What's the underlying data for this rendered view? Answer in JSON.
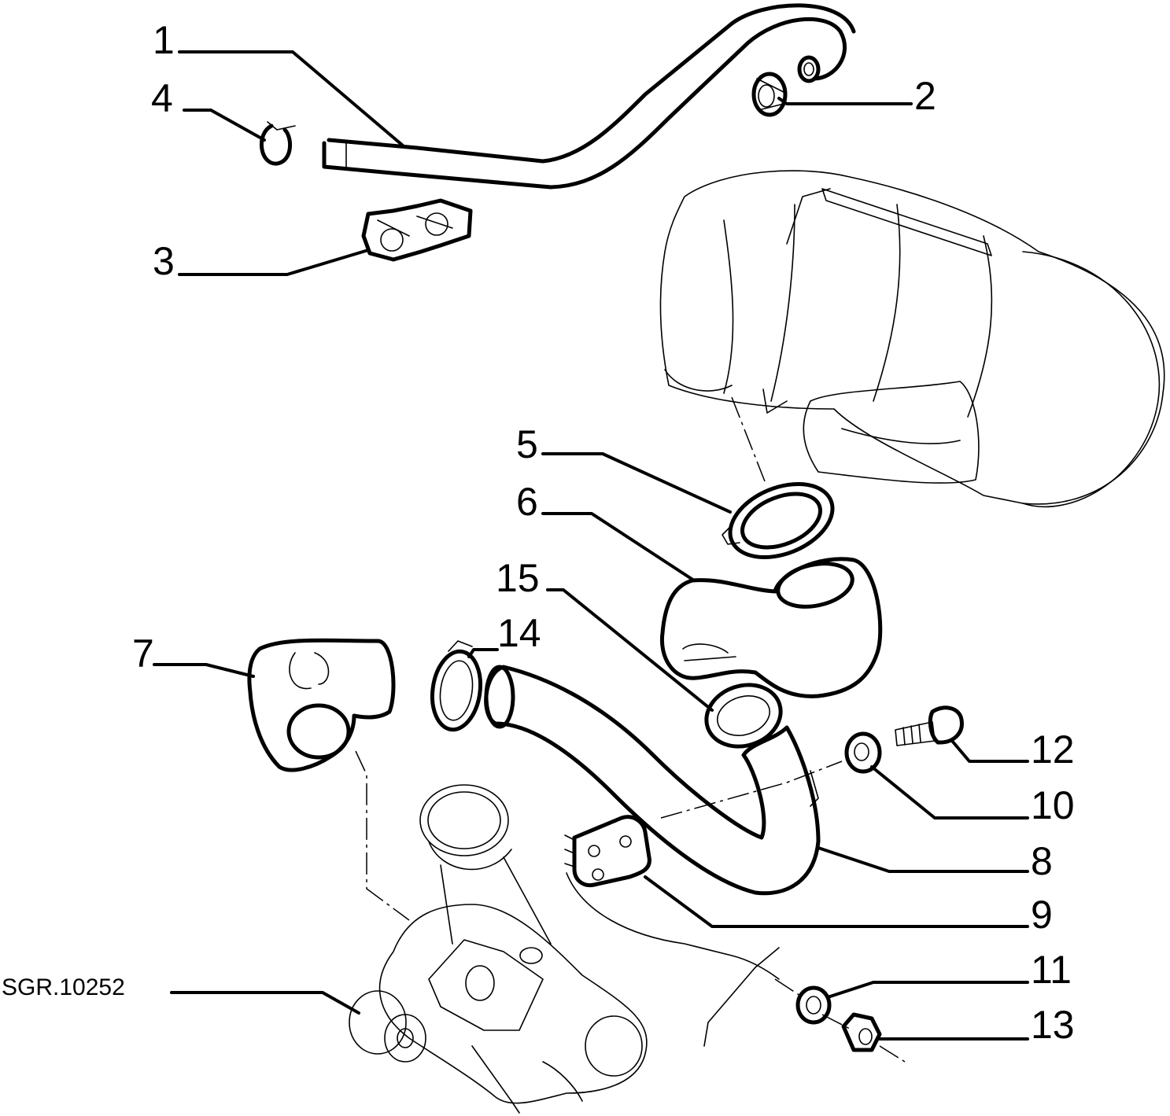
{
  "drawing_code": "SGR.10252",
  "part_numbers": {
    "p1": "1",
    "p2": "2",
    "p3": "3",
    "p4": "4",
    "p5": "5",
    "p6": "6",
    "p7": "7",
    "p8": "8",
    "p9": "9",
    "p10": "10",
    "p11": "11",
    "p12": "12",
    "p13": "13",
    "p14": "14",
    "p15": "15"
  }
}
